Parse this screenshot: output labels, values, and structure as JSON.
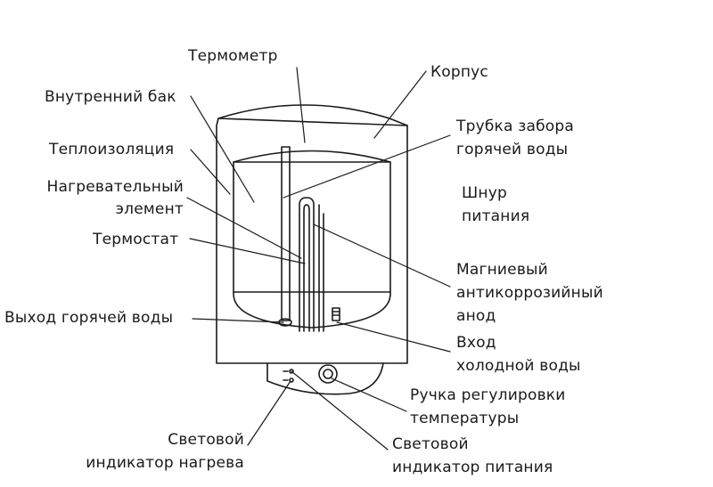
{
  "labels": {
    "thermometer": "Термометр",
    "body": "Корпус",
    "inner_tank": "Внутренний бак",
    "hot_water_tube_line1": "Трубка забора",
    "hot_water_tube_line2": "горячей воды",
    "insulation": "Теплоизоляция",
    "heating_element_line1": "Нагревательный",
    "heating_element_line2": "элемент",
    "power_cord_line1": "Шнур",
    "power_cord_line2": "питания",
    "thermostat": "Термостат",
    "anode_line1": "Магниевый",
    "anode_line2": "антикоррозийный",
    "anode_line3": "анод",
    "hot_water_outlet": "Выход горячей воды",
    "cold_inlet_line1": "Вход",
    "cold_inlet_line2": "холодной воды",
    "temp_knob_line1": "Ручка регулировки",
    "temp_knob_line2": "температуры",
    "heat_indicator_line1": "Световой",
    "heat_indicator_line2": "индикатор нагрева",
    "power_indicator_line1": "Световой",
    "power_indicator_line2": "индикатор питания"
  },
  "colors": {
    "stroke": "#1a1a1a",
    "text": "#1a1a1a",
    "background": "#ffffff"
  }
}
